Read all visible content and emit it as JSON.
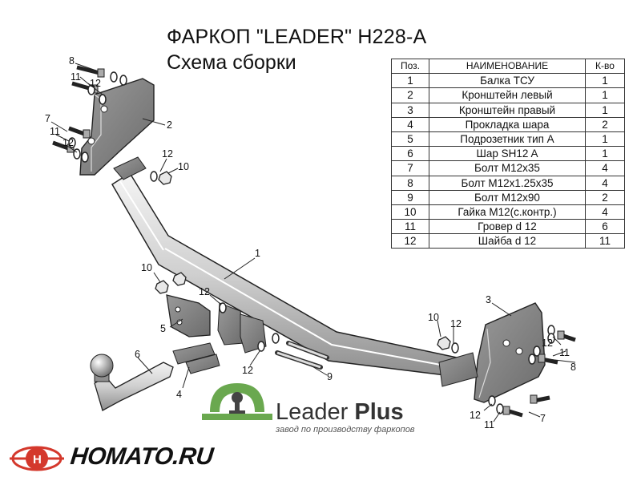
{
  "title": "ФАРКОП \"LEADER\" H228-A",
  "subtitle": "Схема сборки",
  "table": {
    "headers": [
      "Поз.",
      "НАИМЕНОВАНИЕ",
      "К-во"
    ],
    "rows": [
      [
        "1",
        "Балка ТСУ",
        "1"
      ],
      [
        "2",
        "Кронштейн левый",
        "1"
      ],
      [
        "3",
        "Кронштейн правый",
        "1"
      ],
      [
        "4",
        "Прокладка шара",
        "2"
      ],
      [
        "5",
        "Подрозетник тип А",
        "1"
      ],
      [
        "6",
        "Шар SH12 A",
        "1"
      ],
      [
        "7",
        "Болт М12х35",
        "4"
      ],
      [
        "8",
        "Болт М12х1.25х35",
        "4"
      ],
      [
        "9",
        "Болт М12х90",
        "2"
      ],
      [
        "10",
        "Гайка М12(с.контр.)",
        "4"
      ],
      [
        "11",
        "Гровер d 12",
        "6"
      ],
      [
        "12",
        "Шайба d 12",
        "11"
      ]
    ]
  },
  "callouts": {
    "c8a": "8",
    "c11a": "11",
    "c12a": "12",
    "c2": "2",
    "c7a": "7",
    "c11b": "11",
    "c12b": "12",
    "c12c": "12",
    "c10a": "10",
    "c1": "1",
    "c10b": "10",
    "c12d": "12",
    "c5": "5",
    "c6": "6",
    "c4": "4",
    "c12e": "12",
    "c9": "9",
    "c3": "3",
    "c10c": "10",
    "c12f": "12",
    "c12g": "12",
    "c11c": "11",
    "c8b": "8",
    "c12h": "12",
    "c11d": "11",
    "c7b": "7"
  },
  "brand": {
    "name_regular": "Leader ",
    "name_bold": "Plus",
    "tagline": "завод по производству фаркопов",
    "store": "HOMATO.RU",
    "green": "#6aa84f",
    "red": "#d4382c"
  }
}
